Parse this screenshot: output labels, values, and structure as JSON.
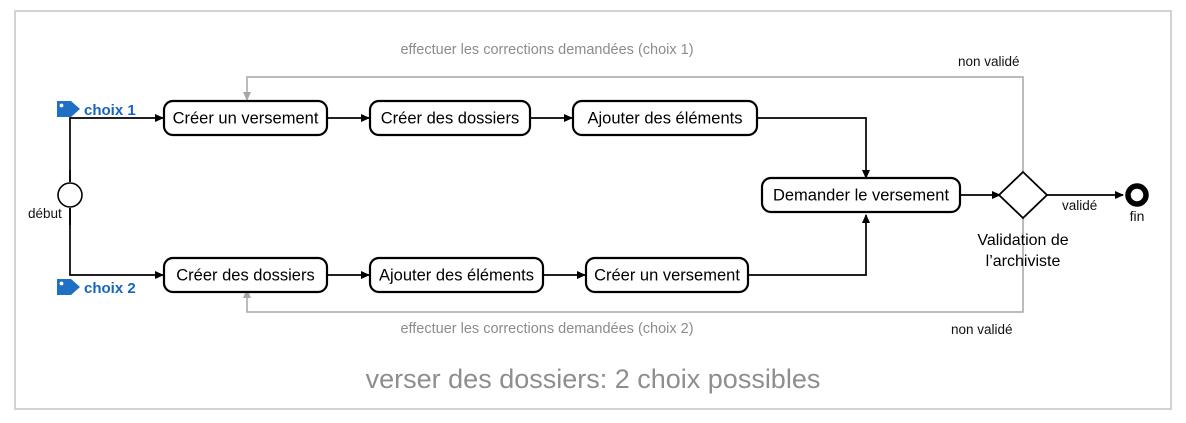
{
  "frame": {
    "border_color": "#d2d2d2",
    "background": "#ffffff"
  },
  "caption": "verser des dossiers: 2 choix possibles",
  "colors": {
    "accent_blue": "#1565c0",
    "tag_icon": "#1f6fc4",
    "feedback_gray": "#a6a6a6",
    "caption_gray": "#8e8e8e",
    "node_stroke": "#000000"
  },
  "start": {
    "label": "début",
    "icon": "start-node-circle"
  },
  "end": {
    "label": "fin",
    "icon": "end-node-circle"
  },
  "choices": [
    {
      "id": "choix1",
      "label": "choix 1",
      "icon": "tag-icon"
    },
    {
      "id": "choix2",
      "label": "choix 2",
      "icon": "tag-icon"
    }
  ],
  "branches": {
    "top": {
      "steps": [
        "Créer un versement",
        "Créer des dossiers",
        "Ajouter des éléments"
      ],
      "feedback_label": "effectuer les corrections demandées (choix 1)",
      "decision_outcome": "non validé"
    },
    "bottom": {
      "steps": [
        "Créer des dossiers",
        "Ajouter des éléments",
        "Créer un versement"
      ],
      "feedback_label": "effectuer les corrections demandées (choix 2)",
      "decision_outcome": "non validé"
    }
  },
  "merge_step": "Demander le versement",
  "decision": {
    "label_line1": "Validation de",
    "label_line2": "l’archiviste",
    "icon": "decision-diamond",
    "outcome_valid": "validé"
  }
}
